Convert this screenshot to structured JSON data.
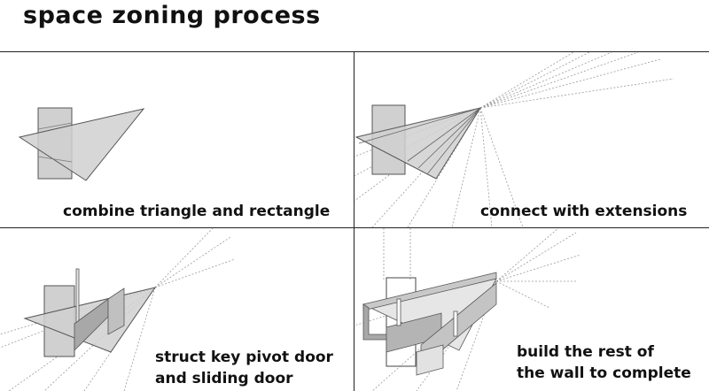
{
  "title": "space zoning process",
  "panels": [
    {
      "caption": "combine triangle and rectangle"
    },
    {
      "caption": "connect with extensions"
    },
    {
      "caption": "struct key pivot door\nand sliding door"
    },
    {
      "caption": "build the rest of\nthe wall to complete"
    }
  ],
  "colors": {
    "shape_fill": "#d0d0d0",
    "shape_stroke": "#555555",
    "wall_dark": "#a8a8a8",
    "wall_light": "#e6e6e6",
    "dotted_line": "#9a9a9a"
  }
}
